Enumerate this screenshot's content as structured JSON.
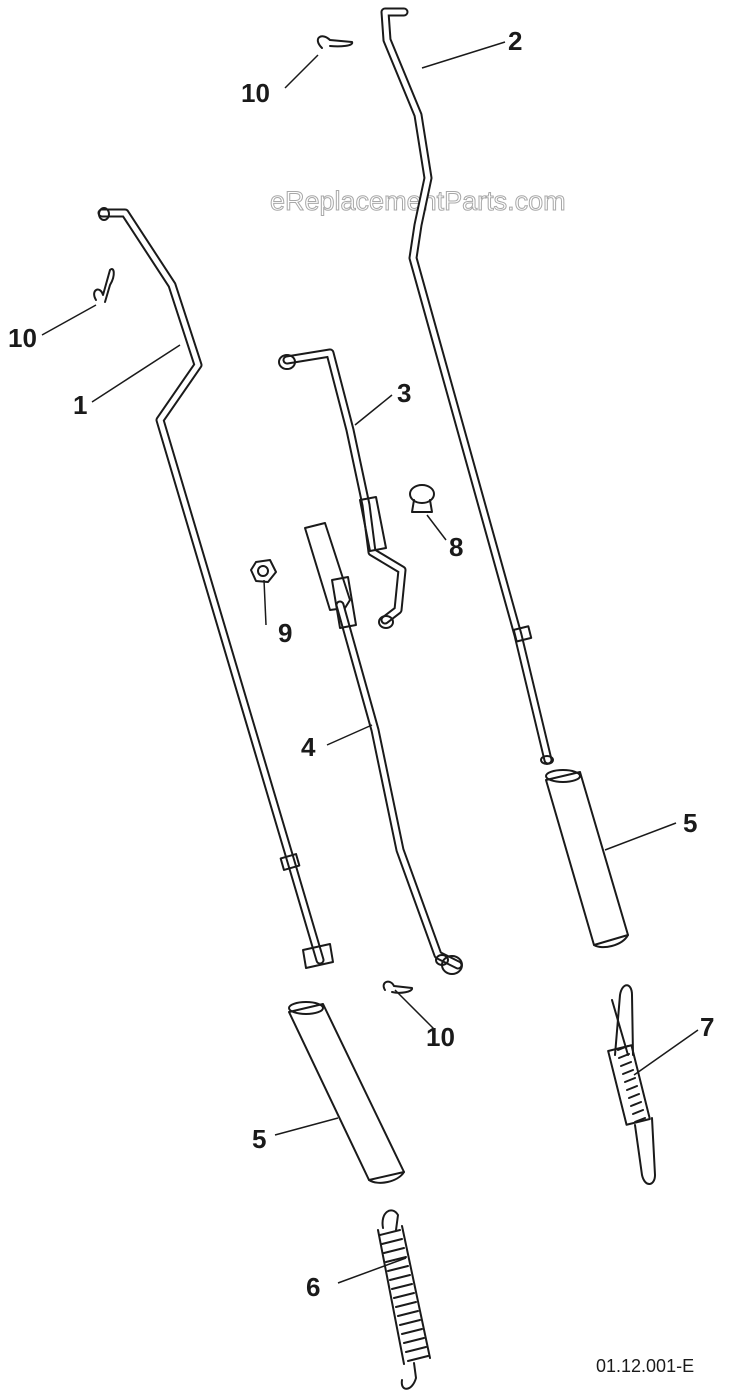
{
  "watermark": "eReplacementParts.com",
  "diagram_code": "01.12.001-E",
  "callouts": {
    "part_1": "1",
    "part_2": "2",
    "part_3": "3",
    "part_4": "4",
    "part_5_upper": "5",
    "part_5_lower": "5",
    "part_6": "6",
    "part_7": "7",
    "part_8": "8",
    "part_9": "9",
    "part_10_top": "10",
    "part_10_left": "10",
    "part_10_bottom": "10"
  }
}
